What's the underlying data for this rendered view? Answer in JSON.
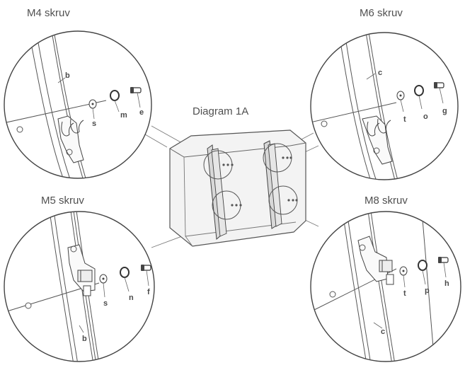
{
  "diagram": {
    "title": "Diagram 1A",
    "panels": [
      {
        "id": "top-left",
        "heading": "M4 skruv",
        "labels": [
          "b",
          "s",
          "m",
          "e"
        ]
      },
      {
        "id": "top-right",
        "heading": "M6 skruv",
        "labels": [
          "c",
          "t",
          "o",
          "g"
        ]
      },
      {
        "id": "bottom-left",
        "heading": "M5 skruv",
        "labels": [
          "s",
          "n",
          "f",
          "b"
        ]
      },
      {
        "id": "bottom-right",
        "heading": "M8 skruv",
        "labels": [
          "t",
          "p",
          "h",
          "c"
        ]
      }
    ]
  }
}
